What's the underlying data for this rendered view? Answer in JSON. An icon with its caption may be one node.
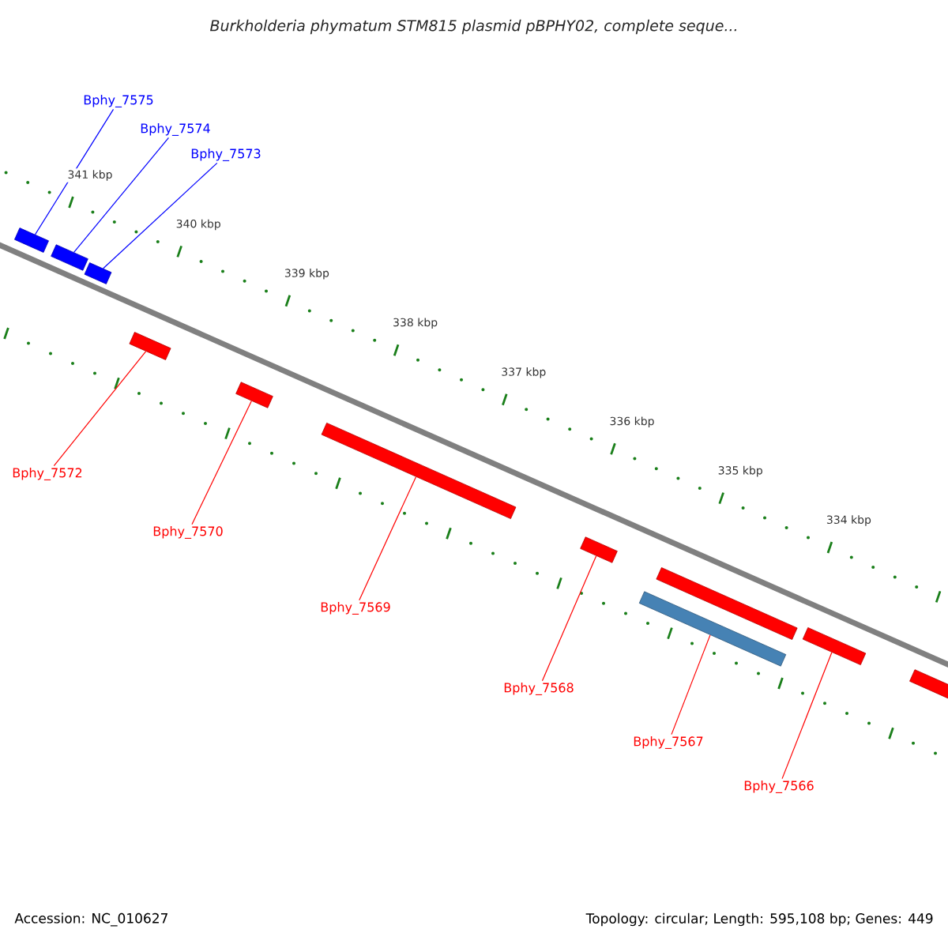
{
  "diagram": {
    "title": "Burkholderia phymatum STM815 plasmid pBPHY02, complete seque...",
    "nodes": [
      {
        "text": [
          "Bphy_7575"
        ]
      },
      {
        "text": [
          "Bphy_7574"
        ]
      },
      {
        "text": [
          "Bphy_7573"
        ]
      },
      {
        "text": [
          "Bphy_7572"
        ]
      },
      {
        "text": [
          "Bphy_7570"
        ]
      },
      {
        "text": [
          "Bphy_7569"
        ]
      },
      {
        "text": [
          "Bphy_7568"
        ]
      },
      {
        "text": [
          "Bphy_7567"
        ]
      },
      {
        "text": [
          "Bphy_7566"
        ]
      },
      {
        "text": [],
        "shape": "box"
      },
      {
        "text": [],
        "shape": "box"
      },
      {
        "text": [],
        "shape": "box"
      },
      {
        "text": [],
        "shape": "box"
      },
      {
        "text": [],
        "shape": "box"
      },
      {
        "text": [],
        "shape": "box"
      },
      {
        "text": [],
        "shape": "box"
      },
      {
        "text": [],
        "shape": "box"
      },
      {
        "text": [],
        "shape": "box"
      },
      {
        "text": [],
        "shape": "box"
      },
      {
        "text": [],
        "shape": "box"
      }
    ],
    "edges": [
      {
        "from": 0,
        "to": 9,
        "arrow": "none",
        "color": "#0000ff"
      },
      {
        "from": 1,
        "to": 10,
        "arrow": "none",
        "color": "#0000ff"
      },
      {
        "from": 2,
        "to": 11,
        "arrow": "none",
        "color": "#0000ff"
      },
      {
        "from": 3,
        "to": 12,
        "arrow": "none"
      },
      {
        "from": 4,
        "to": 13,
        "arrow": "none"
      },
      {
        "from": 5,
        "to": 14,
        "arrow": "none"
      },
      {
        "from": 6,
        "to": 15,
        "arrow": "none"
      },
      {
        "from": 7,
        "to": 17,
        "arrow": "none"
      },
      {
        "from": 8,
        "to": 18,
        "arrow": "none"
      }
    ],
    "labels": [
      "341 kbp",
      "340 kbp",
      "339 kbp",
      "338 kbp",
      "337 kbp",
      "336 kbp",
      "335 kbp",
      "334 kbp",
      "Accession: NC_010627",
      "Topology: circular; Length: 595,108 bp; Genes: 449"
    ]
  }
}
